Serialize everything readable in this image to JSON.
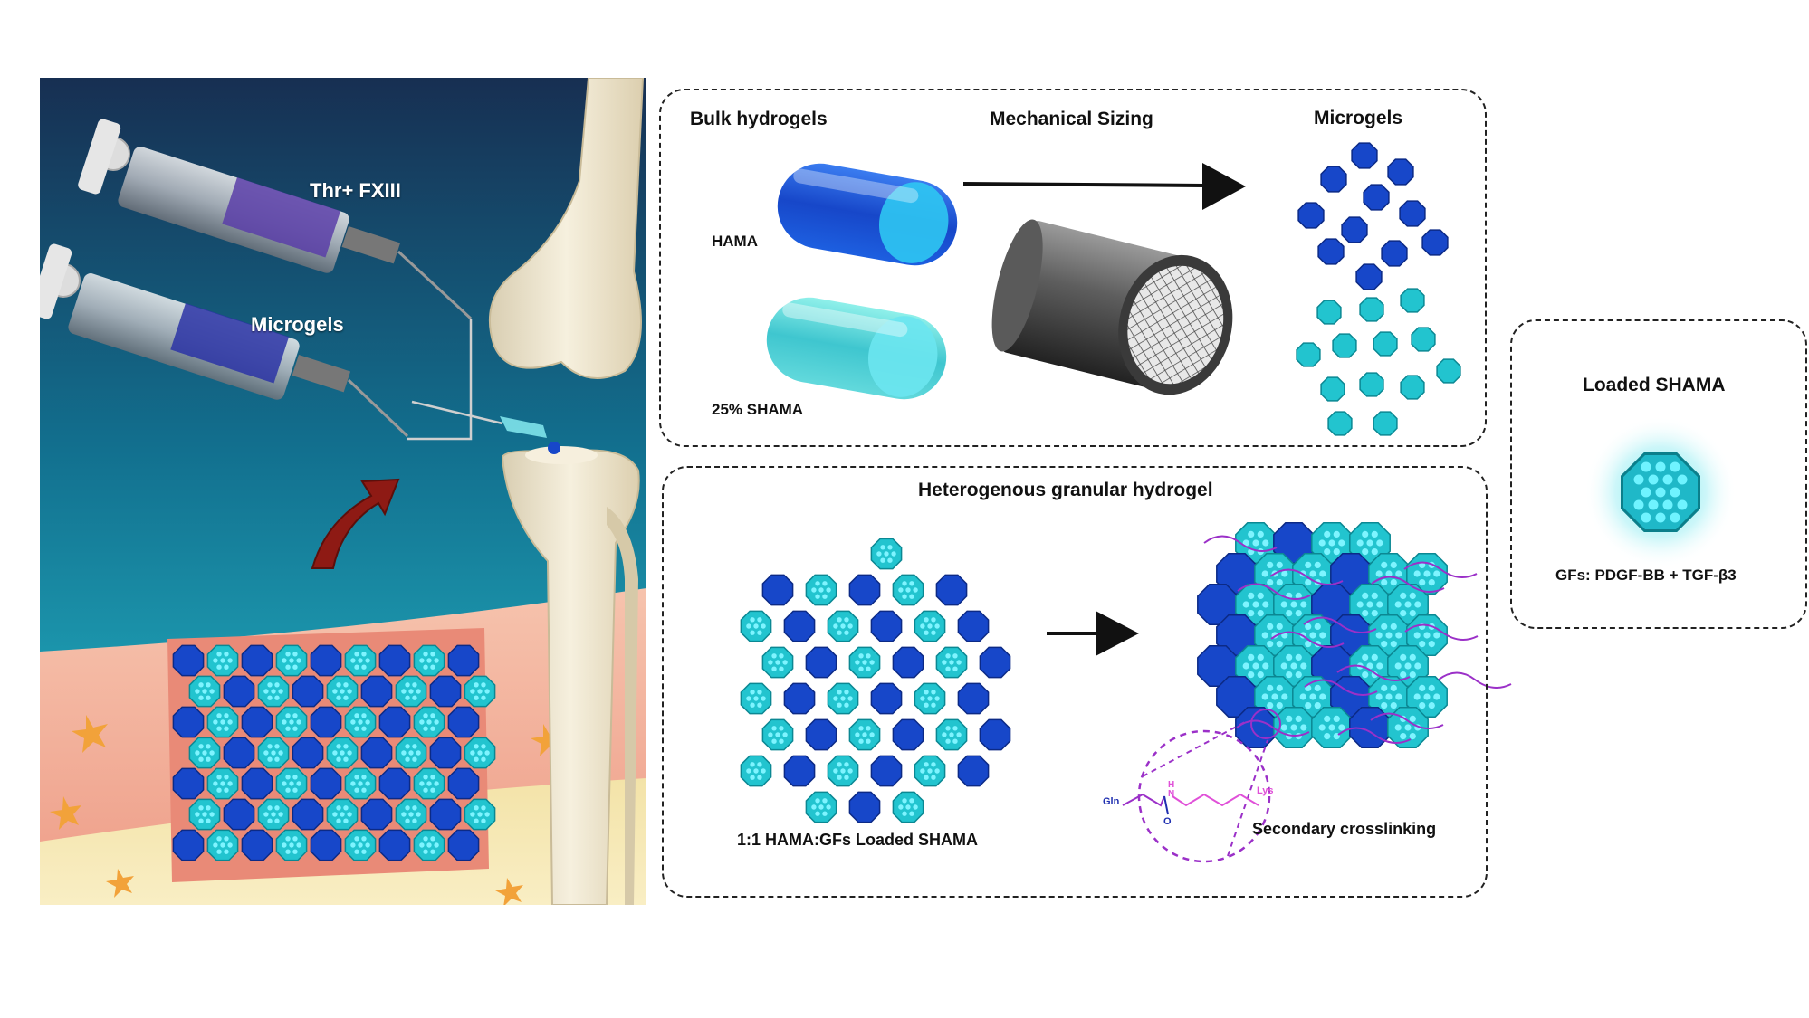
{
  "left_panel": {
    "syringe_top_label": "Thr+ FXIII",
    "syringe_bottom_label": "Microgels"
  },
  "top_panel": {
    "bulk_title": "Bulk hydrogels",
    "sizing_title": "Mechanical Sizing",
    "microgels_title": "Microgels",
    "hama_label": "HAMA",
    "shama_label": "25% SHAMA"
  },
  "bottom_panel": {
    "title": "Heterogenous granular hydrogel",
    "mixture_label": "1:1 HAMA:GFs Loaded SHAMA",
    "crosslink_label": "Secondary crosslinking",
    "gln_label": "Gln",
    "lys_label": "Lys",
    "o_label": "O",
    "h_label": "H",
    "n_label": "N"
  },
  "right_panel": {
    "title": "Loaded SHAMA",
    "gf_label": "GFs: PDGF-BB + TGF-β3"
  },
  "colors": {
    "hama_blue": "#1747c9",
    "shama_cyan": "#22c4cf",
    "sky_top": "#172f52",
    "sky_bottom": "#1fb6c4",
    "tissue": "#f3b59c",
    "bone": "#efe6cf",
    "arrow_red": "#8e1a14",
    "linker_purple": "#9b30c8"
  }
}
